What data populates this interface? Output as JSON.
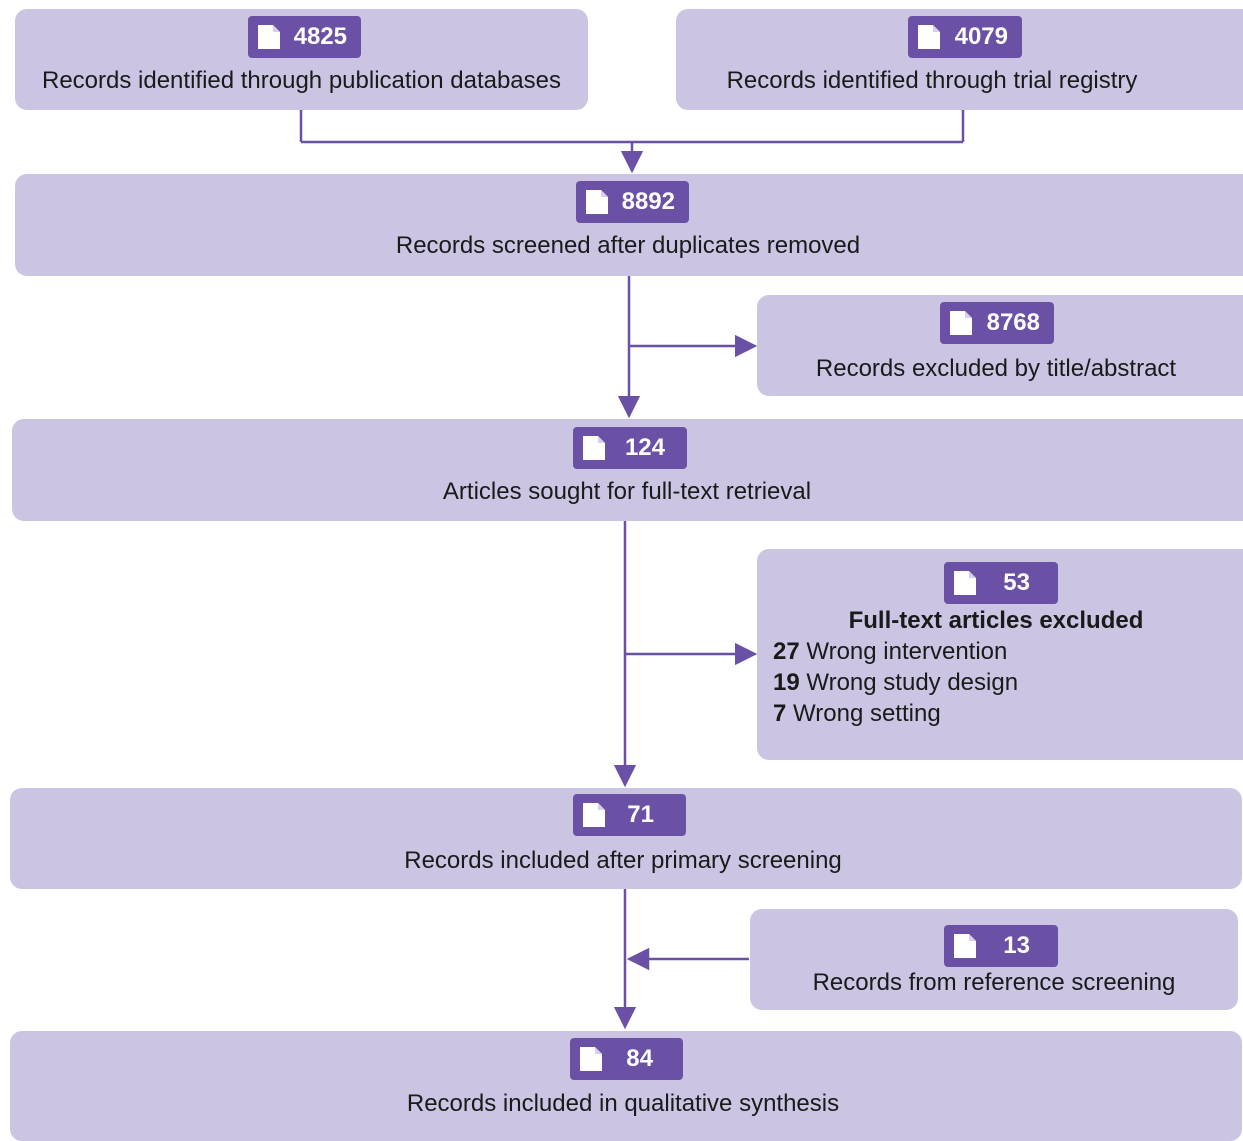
{
  "colors": {
    "box_fill": "#cbc5e3",
    "badge_fill": "#6a51a6",
    "arrow": "#6a51a6",
    "badge_text": "#ffffff"
  },
  "icons": {
    "badge_icon": "document-icon"
  },
  "boxes": {
    "publication_databases": {
      "count": "4825",
      "label": "Records identified through publication databases"
    },
    "trial_registry": {
      "count": "4079",
      "label": "Records identified through trial registry"
    },
    "screened": {
      "count": "8892",
      "label": "Records screened after duplicates removed"
    },
    "excluded_title_abstract": {
      "count": "8768",
      "label": "Records excluded by title/abstract"
    },
    "full_text_sought": {
      "count": "124",
      "label": "Articles sought for full-text retrieval"
    },
    "full_text_excluded": {
      "count": "53",
      "label": "Full-text articles excluded",
      "reasons": [
        {
          "n": "27",
          "text": "Wrong intervention"
        },
        {
          "n": "19",
          "text": "Wrong study design"
        },
        {
          "n": "7",
          "text": "Wrong setting"
        }
      ]
    },
    "primary_included": {
      "count": "71",
      "label": "Records included after primary screening"
    },
    "reference_screening": {
      "count": "13",
      "label": "Records from reference screening"
    },
    "qualitative_synthesis": {
      "count": "84",
      "label": "Records included in qualitative synthesis"
    }
  }
}
